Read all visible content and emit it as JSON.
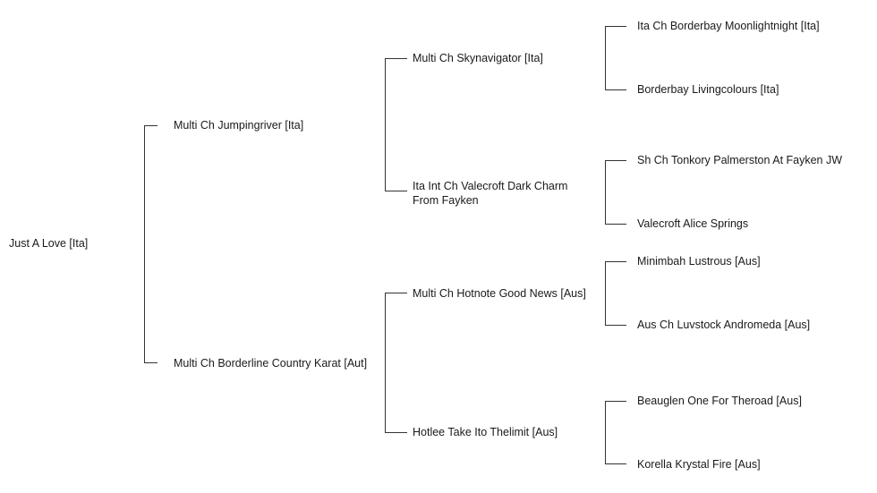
{
  "pedigree": {
    "subject": "Just A Love  [Ita]",
    "sire": {
      "name": "Multi Ch Jumpingriver [Ita]",
      "sire": {
        "name": "Multi Ch Skynavigator [Ita]",
        "sire": "Ita Ch Borderbay Moonlightnight [Ita]",
        "dam": "Borderbay Livingcolours  [Ita]"
      },
      "dam": {
        "name": "Ita Int Ch Valecroft Dark Charm From Fayken",
        "sire": "Sh Ch Tonkory Palmerston At Fayken JW",
        "dam": "Valecroft Alice Springs"
      }
    },
    "dam": {
      "name": "Multi Ch Borderline Country Karat [Aut]",
      "sire": {
        "name": "Multi Ch Hotnote Good News [Aus]",
        "sire": "Minimbah Lustrous [Aus]",
        "dam": "Aus Ch Luvstock Andromeda [Aus]"
      },
      "dam": {
        "name": "Hotlee Take Ito Thelimit [Aus]",
        "sire": "Beauglen One For Theroad [Aus]",
        "dam": "Korella Krystal Fire [Aus]"
      }
    }
  }
}
